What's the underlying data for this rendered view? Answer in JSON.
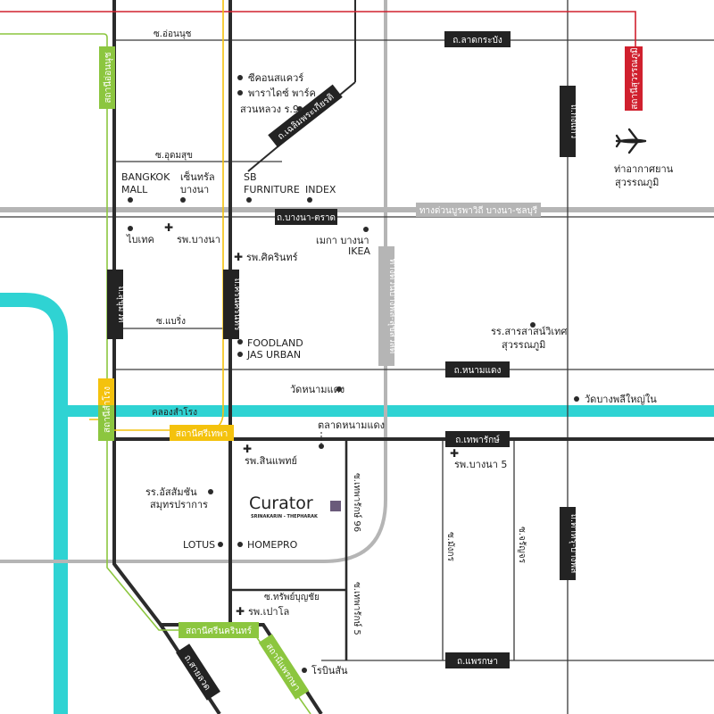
{
  "colors": {
    "road_dark": "#2b2b2b",
    "road_thin": "#3a3a3a",
    "motorway": "#b5b5b5",
    "canal": "#2fd3d3",
    "bts_green": "#8cc63f",
    "yellow_line": "#f4c20d",
    "arl_red": "#d0202e",
    "label_dark": "#232323",
    "brand": "#6a5a7a"
  },
  "roads": {
    "on_nut_soi": "ซ.อ่อนนุช",
    "udomsuk_soi": "ซ.อุดมสุข",
    "baeng_soi": "ซ.แบริ่ง",
    "lat_krabang": "ถ.ลาดกระบัง",
    "chaloem_phrakiat": "ถ.เฉลิมพระเกียรติ",
    "bangna_trat": "ถ.บางนา-ตราด",
    "burapha_withi": "ทางด่วนบูรพาวิถี บางนา-ชลบุรี",
    "king_kaeo": "ถ.กิ่งแก้ว",
    "sukhumvit": "ถ.สุขุมวิท",
    "srinakarin": "ถ.ศรีนครินทร์",
    "kanchanaphisek": "ทางด่วนบางพลี-สุขสวัสดิ์",
    "nam_daeng": "ถ.หนามแดง",
    "samrong_canal": "คลองสำโรง",
    "theparak": "ถ.เทพารักษ์",
    "theparak_96": "ซ.เทพารักษ์ 96",
    "theparak_5": "ซ.เทพารักษ์ 5",
    "mangkon": "ซ.มังกร",
    "chinna_chot": "ซ.จรัญจร",
    "king_kaeo_bangphli": "ถ.ต้ำหรุ-บางพลี",
    "sap_bunchai": "ซ.ทรัพย์บุญชัย",
    "phraeksa": "ถ.แพรกษา",
    "sai_luat": "ถ.สายลวด"
  },
  "stations": {
    "on_nut": "สถานีอ่อนนุช",
    "samrong": "สถานีสำโรง",
    "si_thepha": "สถานีศรีเทพา",
    "srinakarin": "สถานีศรีนครินทร์",
    "phraeksa": "สถานีแพรกษา",
    "suvarnabhumi_arl": "สถานีสุวรรณภูมิ"
  },
  "places": {
    "seacon_square": "ซีคอนสแควร์",
    "paradise_park": "พาราไดซ์ พาร์ค",
    "suan_luang": "สวนหลวง ร.9",
    "bangkok_mall_1": "BANGKOK",
    "bangkok_mall_2": "MALL",
    "central_bangna_1": "เซ็นทรัล",
    "central_bangna_2": "บางนา",
    "sb_furniture_1": "SB",
    "sb_furniture_2": "FURNITURE",
    "index": "INDEX",
    "bitec": "ไบเทค",
    "bangna_hospital": "รพ.บางนา",
    "mega_bangna": "เมกา บางนา",
    "ikea": "IKEA",
    "sikarin_hospital": "รพ.ศิครินทร์",
    "foodland": "FOODLAND",
    "jas_urban": "JAS URBAN",
    "school_suvarnabhumi_1": "รร.สารสาสน์วิเทศ",
    "school_suvarnabhumi_2": "สุวรรณภูมิ",
    "wat_nam_daeng": "วัดหนามแดง",
    "wat_bang_phli_yai": "วัดบางพลีใหญ่ใน",
    "nam_daeng_market": "ตลาดหนามแดง",
    "samitivej_hospital": "รพ.สินแพทย์",
    "bangna5_hospital": "รพ.บางนา 5",
    "assumption_1": "รร.อัสสัมชัน",
    "assumption_2": "สมุทรปราการ",
    "lotus": "LOTUS",
    "homepro": "HOMEPRO",
    "paolo_hospital": "รพ.เปาโล",
    "robinson": "โรบินสัน",
    "airport_1": "ท่าอากาศยาน",
    "airport_2": "สุวรรณภูมิ"
  },
  "project": {
    "name": "Curator",
    "subtitle": "SRINAKARIN - THEPHARAK"
  },
  "icons": [
    "airplane-icon",
    "hospital-cross-icon",
    "location-dot-icon"
  ]
}
